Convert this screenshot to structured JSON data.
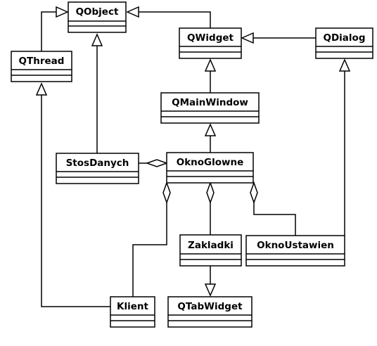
{
  "diagram": {
    "classes": {
      "qobject": "QObject",
      "qwidget": "QWidget",
      "qdialog": "QDialog",
      "qthread": "QThread",
      "qmainwindow": "QMainWindow",
      "stosdanych": "StosDanych",
      "oknoglowne": "OknoGlowne",
      "zakladki": "Zakladki",
      "oknoustawien": "OknoUstawien",
      "klient": "Klient",
      "qtabwidget": "QTabWidget"
    },
    "relations": [
      {
        "from": "QThread",
        "to": "QObject",
        "kind": "generalization"
      },
      {
        "from": "QWidget",
        "to": "QObject",
        "kind": "generalization"
      },
      {
        "from": "StosDanych",
        "to": "QObject",
        "kind": "generalization"
      },
      {
        "from": "QDialog",
        "to": "QWidget",
        "kind": "generalization"
      },
      {
        "from": "QMainWindow",
        "to": "QWidget",
        "kind": "generalization"
      },
      {
        "from": "OknoGlowne",
        "to": "QMainWindow",
        "kind": "generalization"
      },
      {
        "from": "OknoUstawien",
        "to": "QDialog",
        "kind": "generalization"
      },
      {
        "from": "Klient",
        "to": "QThread",
        "kind": "generalization"
      },
      {
        "from": "Zakladki",
        "to": "QTabWidget",
        "kind": "generalization"
      },
      {
        "from": "StosDanych",
        "to": "OknoGlowne",
        "kind": "aggregation"
      },
      {
        "from": "Klient",
        "to": "OknoGlowne",
        "kind": "aggregation"
      },
      {
        "from": "Zakladki",
        "to": "OknoGlowne",
        "kind": "aggregation"
      },
      {
        "from": "OknoUstawien",
        "to": "OknoGlowne",
        "kind": "aggregation"
      }
    ]
  }
}
